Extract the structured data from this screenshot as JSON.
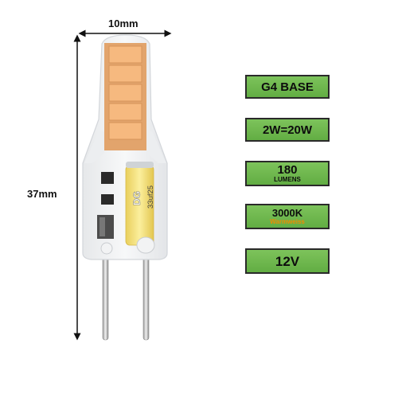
{
  "dimensions": {
    "width_label": "10mm",
    "height_label": "37mm"
  },
  "bulb_print": {
    "brand": "DG",
    "code": "33uf25"
  },
  "badges": {
    "base": {
      "line1": "G4 BASE"
    },
    "power": {
      "line1": "2W=20W"
    },
    "lumens": {
      "line1": "180",
      "line2": "LUMENS"
    },
    "color_temp": {
      "line1": "3000K",
      "line2": "Warmweiss"
    },
    "voltage": {
      "line1": "12V"
    }
  },
  "colors": {
    "badge_green": "#6cb54b",
    "led_amber": "#f2b277",
    "warm_text": "#f08a00",
    "capacitor_yellow": "#f7e27a"
  },
  "icons": [
    "dimension-arrow-icon",
    "g4-led-bulb-icon"
  ]
}
